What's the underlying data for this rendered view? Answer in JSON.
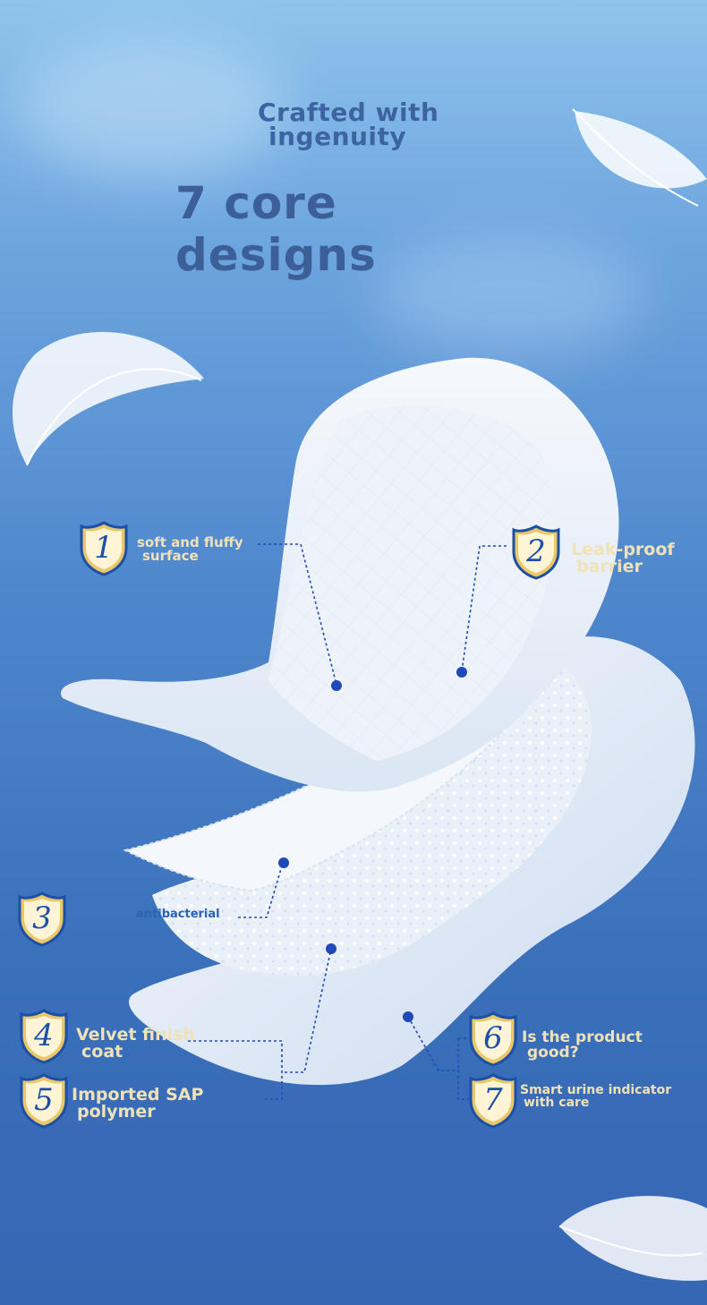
{
  "header": {
    "title_line1": "Crafted with",
    "title_line2": "ingenuity",
    "subtitle": "7 core designs"
  },
  "features": [
    {
      "number": "1",
      "line1": "soft and fluffy",
      "line2": "surface"
    },
    {
      "number": "2",
      "line1": "Leak-proof",
      "line2": "barrier"
    },
    {
      "number": "3",
      "line1": "antibacterial",
      "line2": ""
    },
    {
      "number": "4",
      "line1": "Velvet finish",
      "line2": "coat"
    },
    {
      "number": "5",
      "line1": "Imported SAP",
      "line2": "polymer"
    },
    {
      "number": "6",
      "line1": "Is the product",
      "line2": "good?"
    },
    {
      "number": "7",
      "line1": "Smart urine indicator",
      "line2": "with care"
    }
  ],
  "colors": {
    "background_top": "#8fc4ec",
    "background_bottom": "#3567b4",
    "title": "#3d64a0",
    "label_gold": "#f0e2b6",
    "badge_blue": "#1d4fa6",
    "badge_gold": "#e9c86a",
    "connector": "#1f49b8"
  },
  "icons": [
    "feather-icon",
    "shield-badge-icon"
  ]
}
